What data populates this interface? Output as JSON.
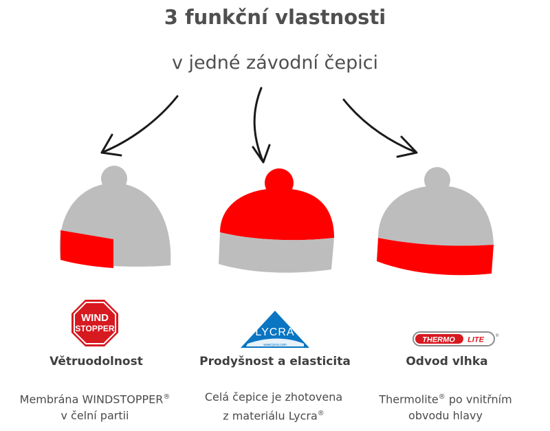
{
  "header": {
    "title": "3 funkční vlastnosti",
    "subtitle": "v jedné závodní čepici"
  },
  "colors": {
    "red": "#ff0000",
    "gray": "#bdbdbd",
    "text": "#4a4a4a"
  },
  "features": [
    {
      "logo": "WINDSTOPPER",
      "logo_lines": [
        "WIND",
        "STOPPER"
      ],
      "title": "Větruodolnost",
      "desc_line1": "Membrána WINDSTOPPER",
      "desc_line2": "v čelní partii"
    },
    {
      "logo": "LYCRA",
      "logo_small": "www.lycra.com",
      "title": "Prodyšnost a elasticita",
      "desc_line1": "Celá čepice je zhotovena",
      "desc_line2": "z materiálu Lycra"
    },
    {
      "logo": "THERMOLITE",
      "logo_part1": "THERMO",
      "logo_part2": "LITE",
      "title": "Odvod vlhka",
      "desc_line1": "Thermolite",
      "desc_line1b": " po vnitřním",
      "desc_line2": "obvodu hlavy"
    }
  ],
  "reg_mark": "®"
}
